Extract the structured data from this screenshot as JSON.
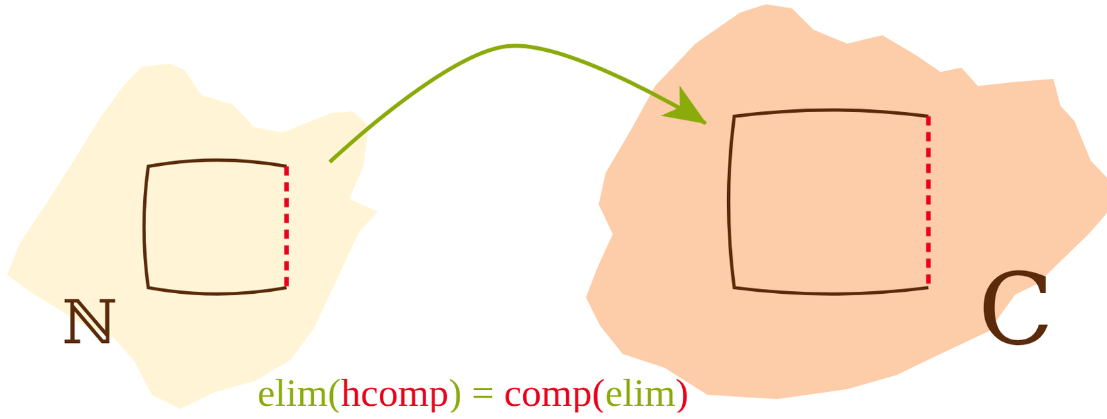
{
  "diagram": {
    "nodes": [
      {
        "text": [
          "ℕ"
        ]
      },
      {
        "text": [
          "C"
        ]
      }
    ],
    "edges": [
      {
        "from": 0,
        "to": 1,
        "arrow": "to"
      }
    ],
    "labels": [
      "elim(hcomp) = comp(elim)"
    ]
  }
}
